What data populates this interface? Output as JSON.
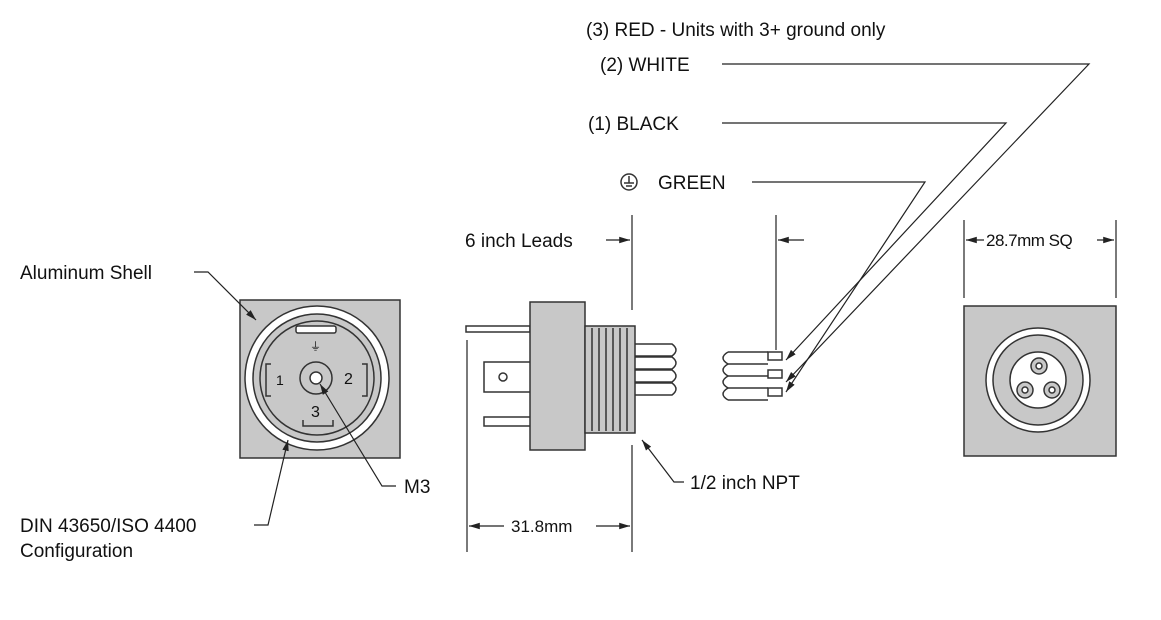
{
  "labels": {
    "aluminum_shell": "Aluminum Shell",
    "din_line1": "DIN 43650/ISO 4400",
    "din_line2": "Configuration",
    "m3": "M3",
    "leads": "6 inch Leads",
    "length": "31.8mm",
    "npt": "1/2 inch NPT",
    "square": "28.7mm SQ",
    "red": "(3) RED - Units with 3+ ground only",
    "white": "(2) WHITE",
    "black": "(1) BLACK",
    "green": "GREEN"
  },
  "icons": {
    "ground": "ground-symbol-icon"
  },
  "colors": {
    "part_fill": "#c8c8c8",
    "line": "#222222",
    "background": "#ffffff"
  }
}
